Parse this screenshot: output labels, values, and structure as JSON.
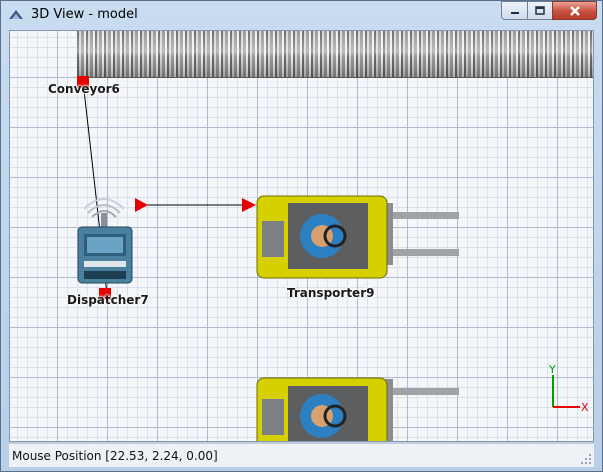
{
  "window": {
    "title": "3D View - model",
    "icon": "view-3d-icon",
    "controls": [
      "minimize-icon",
      "maximize-icon",
      "close-icon"
    ]
  },
  "scene": {
    "objects": [
      {
        "name": "Conveyor6",
        "type": "conveyor"
      },
      {
        "name": "Dispatcher7",
        "type": "dispatcher"
      },
      {
        "name": "Transporter9",
        "type": "transporter"
      },
      {
        "name": "",
        "type": "transporter"
      }
    ],
    "connections": [
      {
        "from": "Conveyor6",
        "to": "Dispatcher7"
      },
      {
        "from": "Dispatcher7",
        "to": "Transporter9"
      }
    ],
    "axis_labels": {
      "x": "X",
      "y": "Y"
    },
    "colors": {
      "port": "#e60000",
      "axis_x": "#e60000",
      "axis_y": "#00a000",
      "transporter": "#d6d000"
    }
  },
  "status_bar": {
    "text": "Mouse Position [22.53, 2.24, 0.00]"
  }
}
